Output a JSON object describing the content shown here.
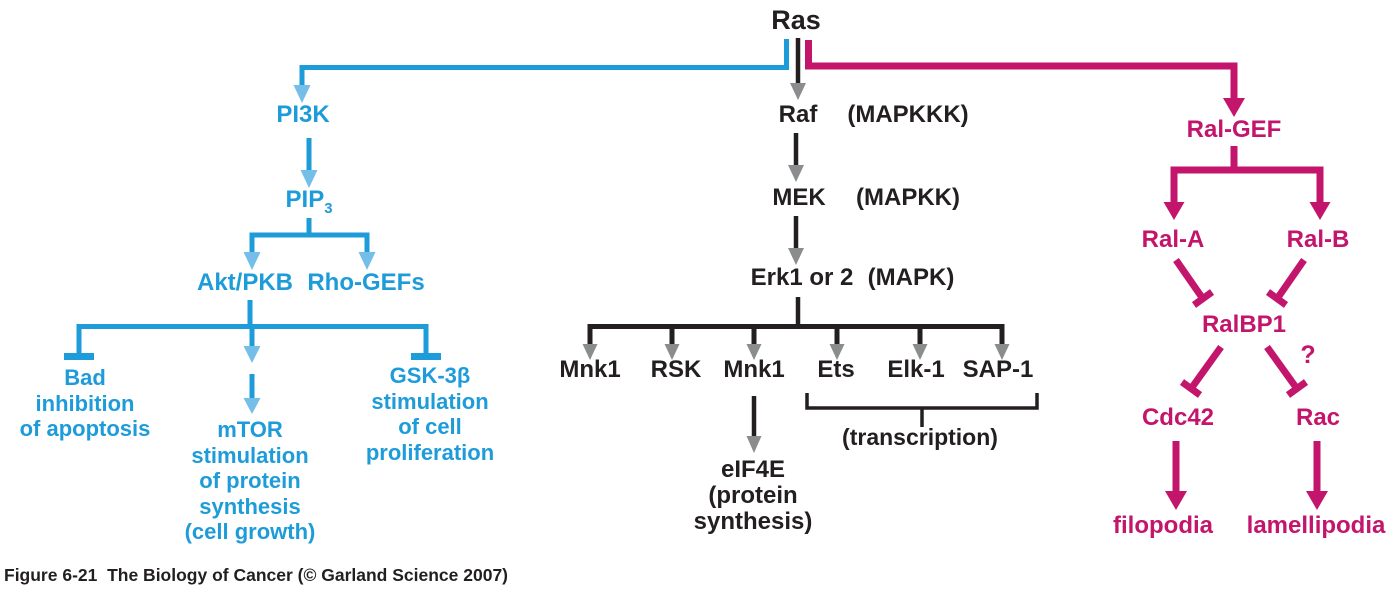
{
  "figure": {
    "caption": "Figure 6-21  The Biology of Cancer (© Garland Science 2007)"
  },
  "colors": {
    "pi3k_branch_blue": "#1E9CD9",
    "pi3k_arrowhead_light_blue": "#74BEE9",
    "mapk_branch_black": "#231F20",
    "mapk_arrowhead_gray": "#8A8C8E",
    "ral_branch_magenta": "#C3156B",
    "background": "#FFFFFF"
  },
  "nodes": {
    "ras": "Ras",
    "pi3k": "PI3K",
    "pip3_base": "PIP",
    "pip3_sub": "3",
    "akt_pkb": "Akt/PKB",
    "rho_gefs": "Rho-GEFs",
    "bad": "Bad\ninhibition\nof apoptosis",
    "mtor": "mTOR\nstimulation\nof protein\nsynthesis\n(cell growth)",
    "gsk3b": "GSK-3β\nstimulation\nof cell\nproliferation",
    "raf": "Raf",
    "raf_tag": "(MAPKKK)",
    "mek": "MEK",
    "mek_tag": "(MAPKK)",
    "erk": "Erk1 or 2",
    "erk_tag": "(MAPK)",
    "mnk1_first": "Mnk1",
    "rsk": "RSK",
    "mnk1_second": "Mnk1",
    "ets": "Ets",
    "elk1": "Elk-1",
    "sap1": "SAP-1",
    "eif4e": "eIF4E\n(protein\nsynthesis)",
    "transcription": "(transcription)",
    "ral_gef": "Ral-GEF",
    "ral_a": "Ral-A",
    "ral_b": "Ral-B",
    "ralbp1": "RalBP1",
    "uncertain": "?",
    "cdc42": "Cdc42",
    "rac": "Rac",
    "filopodia": "filopodia",
    "lamellipodia": "lamellipodia"
  }
}
